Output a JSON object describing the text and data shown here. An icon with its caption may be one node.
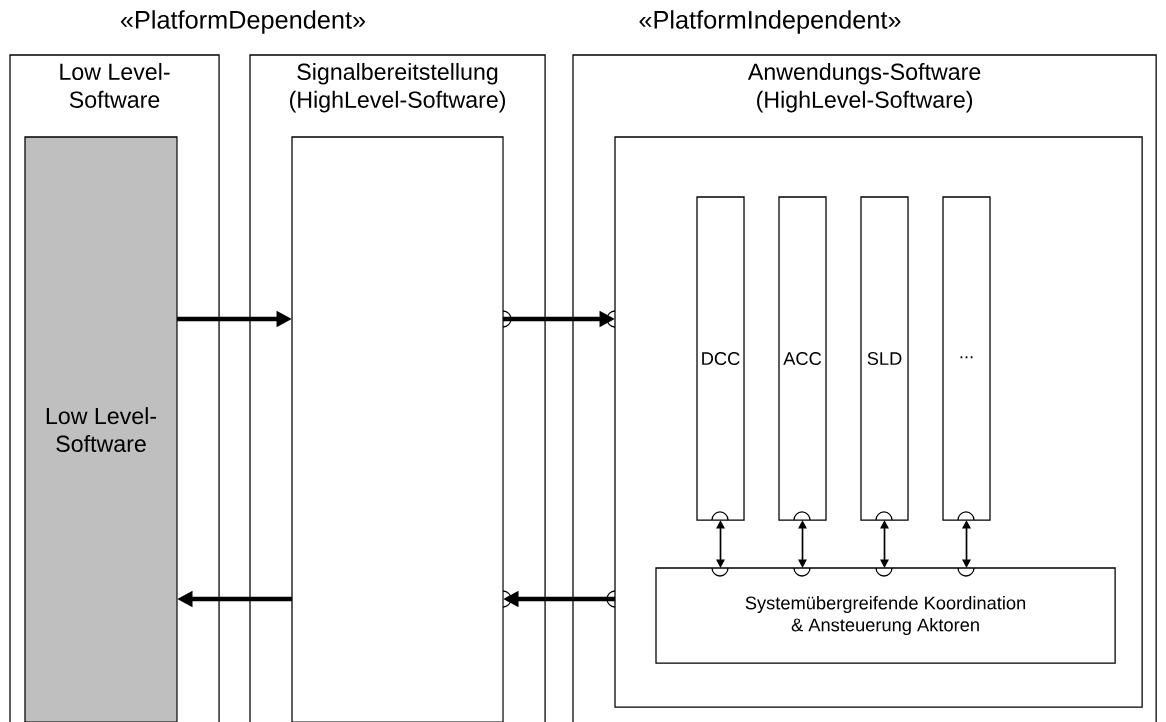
{
  "diagram": {
    "nodes": [
      {
        "text": [
          "Low Level-Software"
        ]
      },
      {
        "text": [
          "Low Level-Software"
        ],
        "in": 0
      },
      {
        "text": [
          "Signalbereitstellung (HighLevel-Software)"
        ]
      },
      {
        "text": [],
        "shape": "box",
        "in": 2
      },
      {
        "text": [
          "Anwendungs-Software (HighLevel-Software)"
        ]
      },
      {
        "text": [],
        "shape": "box",
        "in": 4
      },
      {
        "text": [
          "DCC"
        ],
        "in": 5
      },
      {
        "text": [
          "ACC"
        ],
        "in": 5
      },
      {
        "text": [
          "SLD"
        ],
        "in": 5
      },
      {
        "text": [
          "..."
        ],
        "in": 5
      },
      {
        "text": [
          "Systemübergreifende Koordination & Ansteuerung Aktoren"
        ],
        "in": 5
      }
    ],
    "edges": [
      {
        "from": 1,
        "to": 3,
        "arrow": "to",
        "style": "thick"
      },
      {
        "from": 3,
        "to": 5,
        "arrow": "to",
        "style": "thick"
      },
      {
        "from": 5,
        "to": 3,
        "arrow": "to",
        "style": "thick"
      },
      {
        "from": 3,
        "to": 1,
        "arrow": "to",
        "style": "thick"
      },
      {
        "from": 6,
        "to": 10,
        "arrow": "both"
      },
      {
        "from": 7,
        "to": 10,
        "arrow": "both"
      },
      {
        "from": 8,
        "to": 10,
        "arrow": "both"
      },
      {
        "from": 9,
        "to": 10,
        "arrow": "both"
      }
    ],
    "labels": [
      "«PlatformDependent»",
      "«PlatformIndependent»"
    ]
  }
}
